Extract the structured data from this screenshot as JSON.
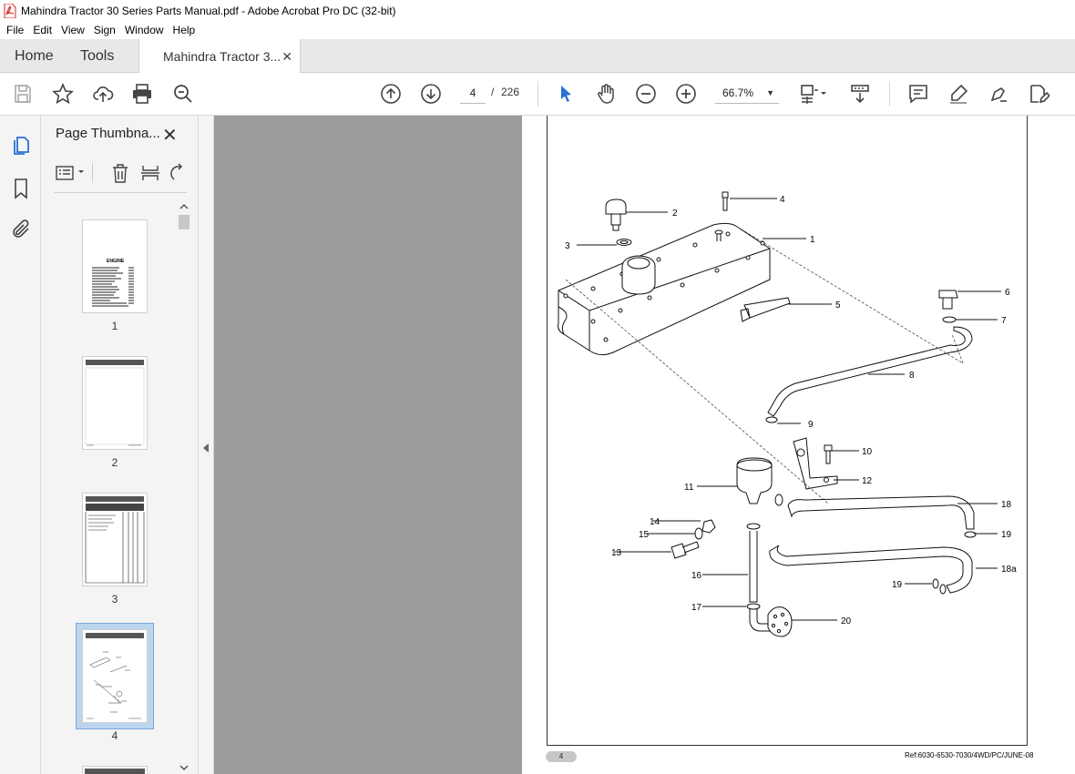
{
  "window": {
    "title": "Mahindra Tractor 30 Series Parts Manual.pdf - Adobe Acrobat Pro DC (32-bit)"
  },
  "menu": [
    "File",
    "Edit",
    "View",
    "Sign",
    "Window",
    "Help"
  ],
  "tabs": {
    "home": "Home",
    "tools": "Tools",
    "document": "Mahindra Tractor 3...",
    "close": "✕"
  },
  "toolbar": {
    "current_page": "4",
    "separator": "/",
    "total_pages": "226",
    "zoom": "66.7%"
  },
  "thumbnails_panel": {
    "title": "Page Thumbna...",
    "close": "✕",
    "pages": [
      {
        "label": "1",
        "heading": "ENGINE"
      },
      {
        "label": "2"
      },
      {
        "label": "3"
      },
      {
        "label": "4"
      }
    ]
  },
  "document_page": {
    "page_number": "4",
    "reference": "Ref:6030-6530-7030/4WD/PC/JUNE-08",
    "callouts": [
      "1",
      "2",
      "3",
      "4",
      "5",
      "6",
      "7",
      "8",
      "9",
      "10",
      "11",
      "12",
      "13",
      "14",
      "15",
      "16",
      "17",
      "18",
      "18a",
      "19",
      "19",
      "20"
    ]
  },
  "colors": {
    "accent_blue": "#2b6fd6",
    "pdf_icon_red": "#d7261e",
    "canvas_gray": "#9b9b9b",
    "selected_thumb": "#bcd5ef"
  }
}
